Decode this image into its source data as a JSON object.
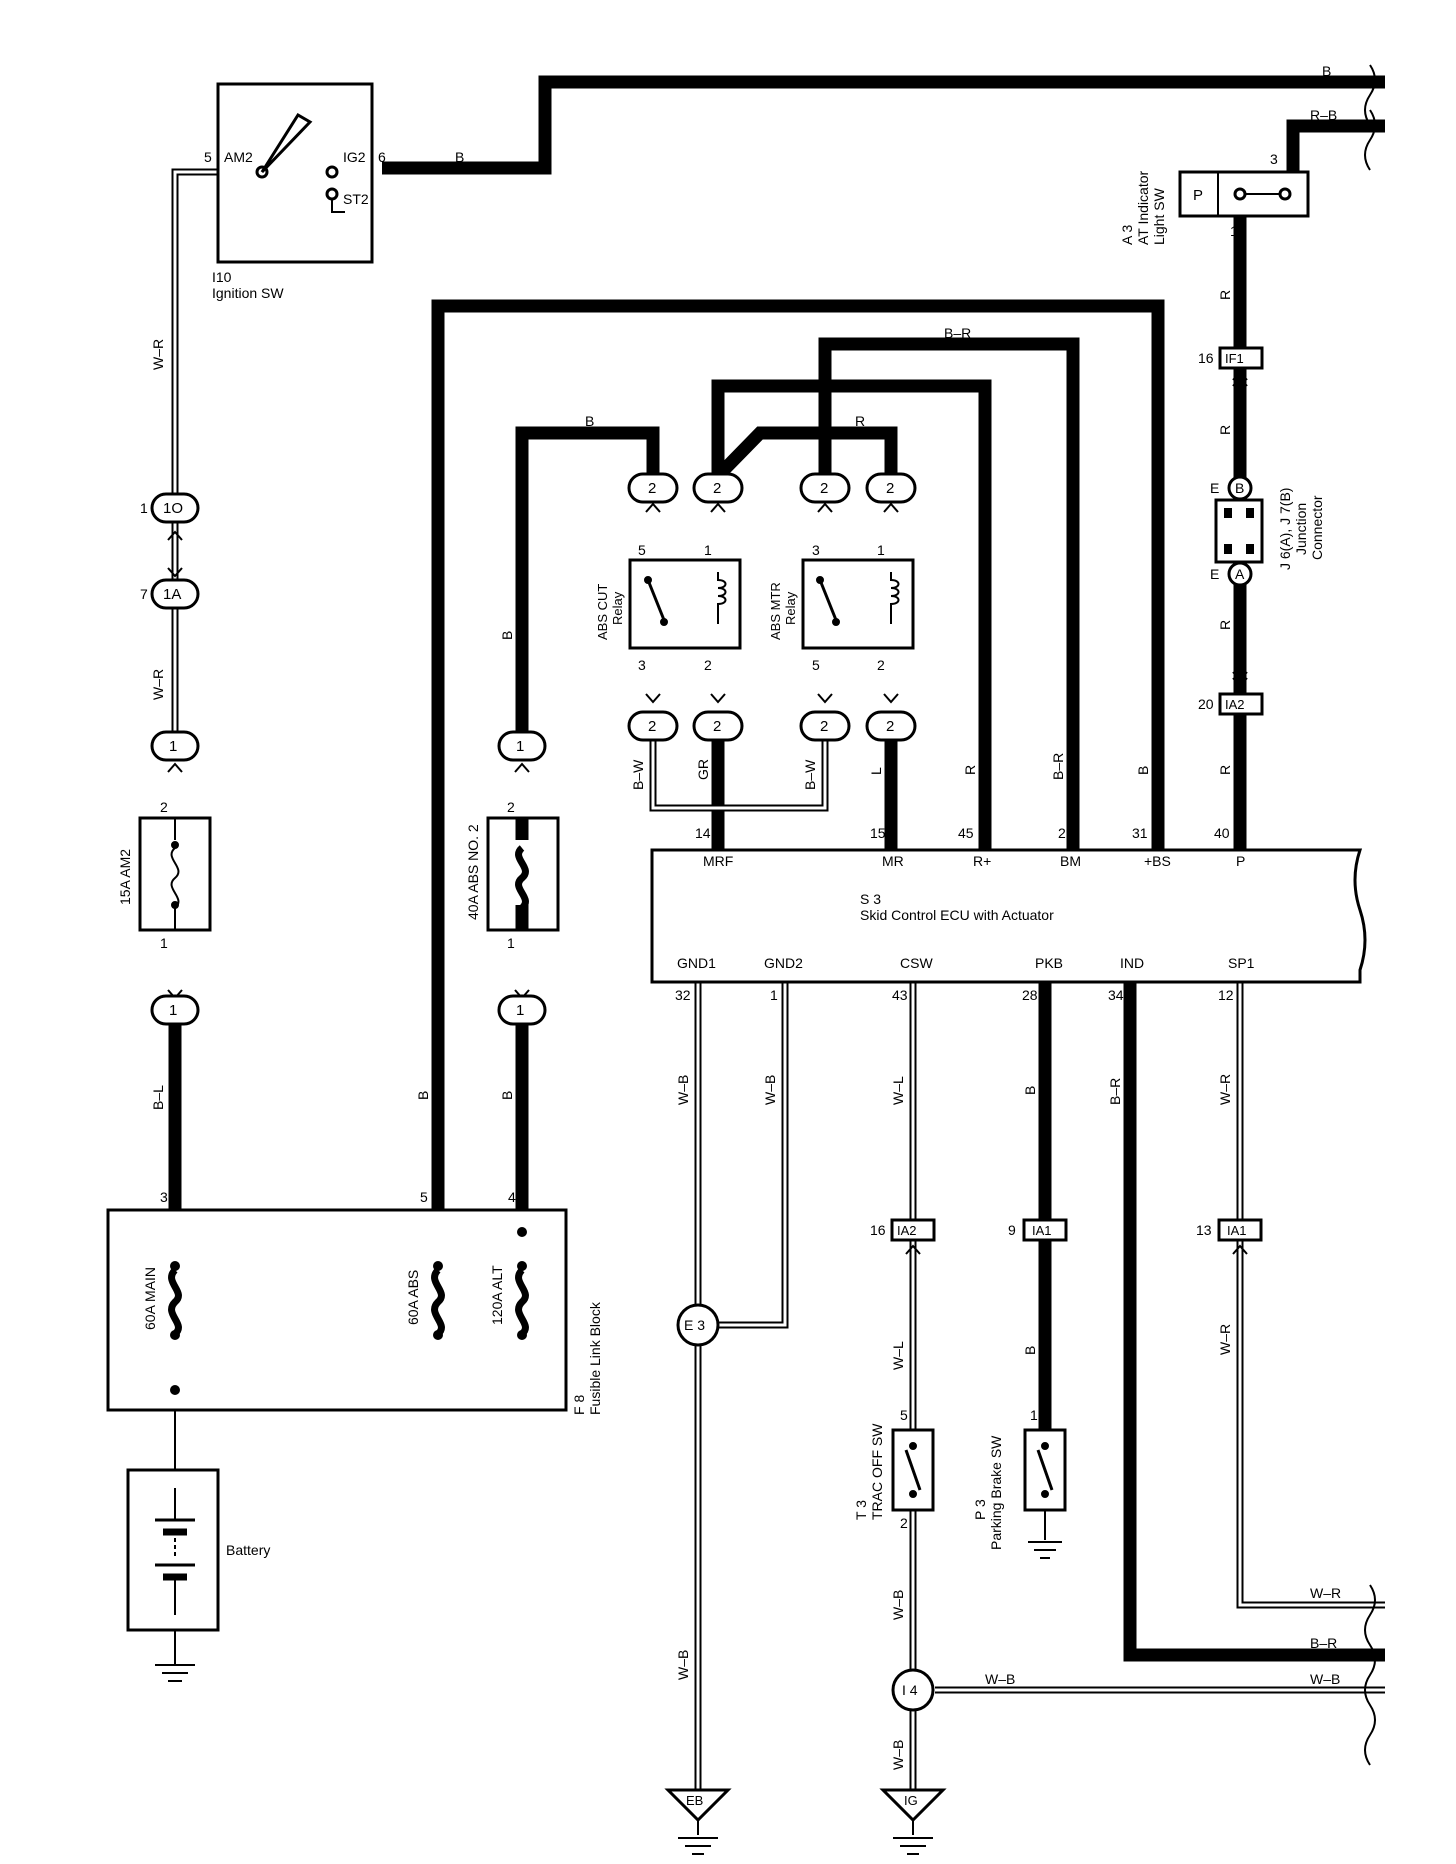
{
  "ignition_sw": {
    "id": "I10",
    "name": "Ignition SW",
    "am2": "AM2",
    "ig2": "IG2",
    "st2": "ST2",
    "pin_am2": "5",
    "pin_ig2": "6"
  },
  "at_indicator": {
    "id": "A 3",
    "name": "AT Indicator",
    "name2": "Light SW",
    "p": "P",
    "pin_top": "3",
    "pin_bottom": "1"
  },
  "junction_connector": {
    "id": "J 6(A), J 7(B)",
    "name": "Junction",
    "name2": "Connector",
    "a": "A",
    "b": "B",
    "e_top": "E",
    "e_bottom": "E"
  },
  "relays": {
    "abs_cut": "ABS CUT",
    "abs_mtr": "ABS MTR",
    "relay": "Relay"
  },
  "ecu": {
    "id": "S 3",
    "name": "Skid Control ECU with Actuator",
    "top_terms": [
      {
        "label": "MRF",
        "pin": "14"
      },
      {
        "label": "MR",
        "pin": "15"
      },
      {
        "label": "R+",
        "pin": "45"
      },
      {
        "label": "BM",
        "pin": "2"
      },
      {
        "label": "+BS",
        "pin": "31"
      },
      {
        "label": "P",
        "pin": "40"
      }
    ],
    "bottom_terms": [
      {
        "label": "GND1",
        "pin": "32"
      },
      {
        "label": "GND2",
        "pin": "1"
      },
      {
        "label": "CSW",
        "pin": "43"
      },
      {
        "label": "PKB",
        "pin": "28"
      },
      {
        "label": "IND",
        "pin": "34"
      },
      {
        "label": "SP1",
        "pin": "12"
      }
    ]
  },
  "fuses": {
    "am2": "15A AM2",
    "abs2": "40A ABS NO. 2"
  },
  "fusible_link": {
    "id": "F 8",
    "name": "Fusible Link Block",
    "main": "60A MAIN",
    "abs": "60A ABS",
    "alt": "120A ALT",
    "pin3": "3",
    "pin5": "5",
    "pin4": "4"
  },
  "battery": "Battery",
  "switches": {
    "trac_id": "T 3",
    "trac": "TRAC OFF SW",
    "park_id": "P 3",
    "park": "Parking Brake SW"
  },
  "grounds": {
    "e3": "E 3",
    "i4": "I 4",
    "eb": "EB",
    "ig": "IG"
  },
  "connectors": {
    "c1o": "1O",
    "c1a": "1A",
    "c1": "1",
    "c2": "2",
    "if1": "IF1",
    "ia2": "IA2",
    "ia1": "IA1"
  },
  "pins": {
    "p1": "1",
    "p2": "2",
    "p3": "3",
    "p4": "4",
    "p5": "5",
    "p7": "7",
    "p9": "9",
    "p13": "13",
    "p16": "16",
    "p20": "20"
  },
  "wire_colors": {
    "b": "B",
    "r": "R",
    "rb": "R–B",
    "wr": "W–R",
    "bl": "B–L",
    "br": "B–R",
    "bw": "B–W",
    "gr": "GR",
    "l": "L",
    "wb": "W–B",
    "wl": "W–L"
  }
}
